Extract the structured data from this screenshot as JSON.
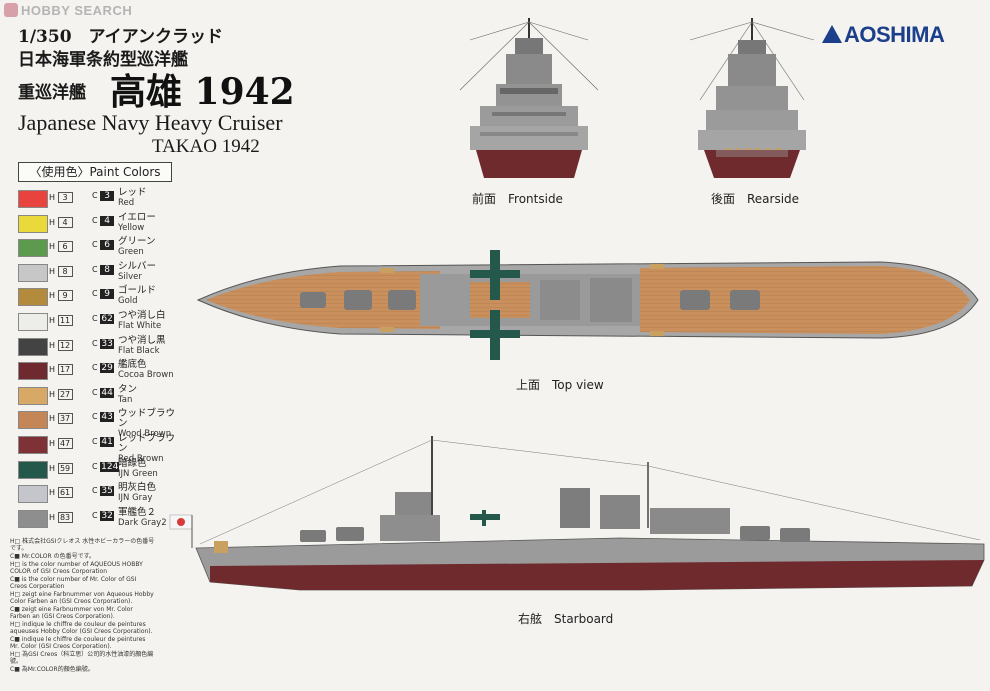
{
  "header": {
    "watermark": "HOBBY SEARCH",
    "scale_line": "1/350　アイアンクラッド",
    "series_jp": "日本海軍条約型巡洋艦",
    "class_jp": "重巡洋艦",
    "name_jp": "高雄 1942",
    "title_en_1": "Japanese Navy Heavy Cruiser",
    "title_en_2": "TAKAO 1942",
    "brand": "AOSHIMA"
  },
  "paint": {
    "title": "〈使用色〉Paint Colors",
    "colors": [
      {
        "h": "3",
        "c": "3",
        "jp": "レッド",
        "en": "Red",
        "hex": "#e8443d"
      },
      {
        "h": "4",
        "c": "4",
        "jp": "イエロー",
        "en": "Yellow",
        "hex": "#e9d93a"
      },
      {
        "h": "6",
        "c": "6",
        "jp": "グリーン",
        "en": "Green",
        "hex": "#5c9a4e"
      },
      {
        "h": "8",
        "c": "8",
        "jp": "シルバー",
        "en": "Silver",
        "hex": "#c7c7c7"
      },
      {
        "h": "9",
        "c": "9",
        "jp": "ゴールド",
        "en": "Gold",
        "hex": "#b48a3c"
      },
      {
        "h": "11",
        "c": "62",
        "jp": "つや消し白",
        "en": "Flat White",
        "hex": "#ededea"
      },
      {
        "h": "12",
        "c": "33",
        "jp": "つや消し黒",
        "en": "Flat Black",
        "hex": "#434343"
      },
      {
        "h": "17",
        "c": "29",
        "jp": "艦底色",
        "en": "Cocoa Brown",
        "hex": "#6e2a2e"
      },
      {
        "h": "27",
        "c": "44",
        "jp": "タン",
        "en": "Tan",
        "hex": "#d8a866"
      },
      {
        "h": "37",
        "c": "43",
        "jp": "ウッドブラウン",
        "en": "Wood Brown",
        "hex": "#c48656"
      },
      {
        "h": "47",
        "c": "41",
        "jp": "レッドブラウン",
        "en": "Red Brown",
        "hex": "#7f3235"
      },
      {
        "h": "59",
        "c": "124",
        "jp": "暗緑色",
        "en": "IJN Green",
        "hex": "#24584a"
      },
      {
        "h": "61",
        "c": "35",
        "jp": "明灰白色",
        "en": "IJN Gray",
        "hex": "#c4c6cc"
      },
      {
        "h": "83",
        "c": "32",
        "jp": "軍艦色２",
        "en": "Dark Gray2",
        "hex": "#8e8e8e"
      }
    ]
  },
  "legend": [
    "H□ 株式会社GSIクレオス 水性ホビーカラーの色番号です。",
    "C■ Mr.COLOR の色番号です。",
    "H□ is the color number of AQUEOUS HOBBY COLOR of GSI Creos Corporation",
    "C■ is the color number of Mr. Color of GSI Creos Corporation",
    "H□ zeigt eine Farbnummer von Aqueous Hobby Color Farben an (GSI Creos Corporation).",
    "C■ zeigt eine Farbnummer von Mr. Color Farben an (GSI Creos Corporation).",
    "H□ indique le chiffre de couleur de peintures aqueuses Hobby Color (GSI Creos Corporation).",
    "C■ indique le chiffre de couleur de peintures Mr. Color (GSI Creos Corporation).",
    "H□ 為GSI Creos（科立思）公司的水性油漆的顏色編號。",
    "C■ 為Mr.COLOR的顏色編號。"
  ],
  "views": {
    "front": "前面　Frontside",
    "rear": "後面　Rearside",
    "top": "上面　Top view",
    "side": "右舷　Starboard"
  }
}
